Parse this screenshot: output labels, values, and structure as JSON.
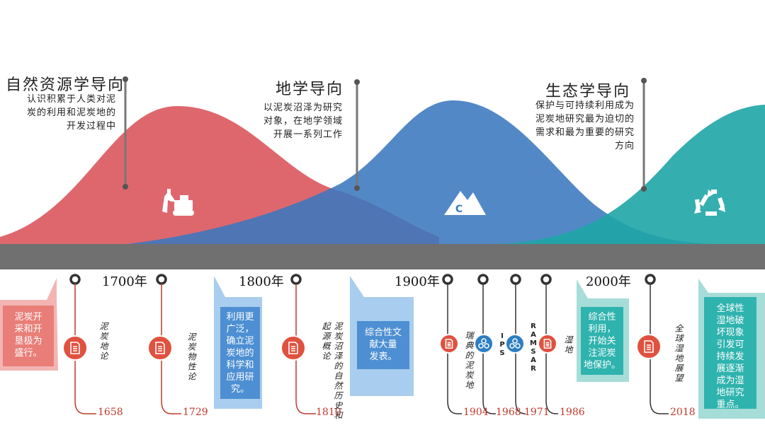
{
  "phases": [
    {
      "title": "自然资源学导向",
      "desc": [
        "认识积累于人类对泥",
        "炭的利用和泥炭地的",
        "开发过程中"
      ],
      "icon": "excavator-icon"
    },
    {
      "title": "地学导向",
      "desc": [
        "以泥炭沼泽为研究",
        "对象，在地学领域",
        "开展一系列工作"
      ],
      "icon": "mountain-c-icon"
    },
    {
      "title": "生态学导向",
      "desc": [
        "保护与可持续利用成为",
        "泥炭地研究最为迫切的",
        "需求和最为重要的研究",
        "方向"
      ],
      "icon": "recycle-icon"
    }
  ],
  "eras": [
    "1700年",
    "1800年",
    "1900年",
    "2000年"
  ],
  "cards": [
    {
      "text": [
        "泥炭开",
        "采和开",
        "垦极为",
        "盛行。"
      ]
    },
    {
      "text": [
        "利用更",
        "广泛，",
        "确立泥",
        "炭地的",
        "科学和",
        "应用研",
        "究。"
      ]
    },
    {
      "text": [
        "综合性文",
        "献大量",
        "发表。"
      ]
    },
    {
      "text": [
        "综合性",
        "利用，",
        "开始关",
        "注泥炭",
        "地保护。"
      ]
    },
    {
      "text": [
        "全球性",
        "湿地破",
        "坏现象",
        "引发可",
        "持续发",
        "展逐渐",
        "成为湿",
        "地研究",
        "重点。"
      ]
    }
  ],
  "events": [
    {
      "year": "1658",
      "label": "泥炭地论",
      "marker": "document-icon"
    },
    {
      "year": "1729",
      "label": "泥炭物性论",
      "marker": "document-icon"
    },
    {
      "year": "1810",
      "label": "泥炭沼泽的自然历史和起源概论",
      "marker": "document-icon"
    },
    {
      "year": "1904",
      "label": "瑞典的泥炭地",
      "marker": "document-icon"
    },
    {
      "year": "1968",
      "label": "IPS",
      "marker": "network-icon"
    },
    {
      "year": "1971",
      "label": "RAMSAR",
      "marker": "network-icon"
    },
    {
      "year": "1986",
      "label": "湿地",
      "marker": "document-icon"
    },
    {
      "year": "2018",
      "label": "全球湿地展望",
      "marker": "document-icon"
    }
  ],
  "colors": {
    "red": "#d9525a",
    "blue": "#3b7dbf",
    "teal": "#22a7a8",
    "bar": "#707070",
    "leader": "#c0392b",
    "marker_red": "#e0513f",
    "marker_blue": "#2d7ec2"
  }
}
